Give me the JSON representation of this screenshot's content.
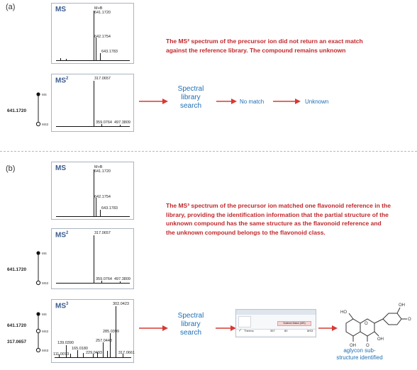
{
  "panels": [
    {
      "label": "(a)",
      "ms1": {
        "title": "MS",
        "adduct": "M+B",
        "peak_main": "641.1720",
        "peak_2": "642.1754",
        "peak_3": "643.1783"
      },
      "ms2": {
        "title": "MS",
        "superscript": "2",
        "peak_main": "317.0657",
        "peak_2": "359.0764",
        "peak_3": "497.3809"
      },
      "tree": {
        "precursor": "641.1720",
        "tag_top": "MS",
        "tag_bottom": "MS2"
      },
      "note": "The MS² spectrum of the precursor ion did not return an exact match against the reference library. The compound remains unknown",
      "flow": {
        "search": "Spectral library search",
        "result": "No match",
        "final": "Unknown"
      }
    },
    {
      "label": "(b)",
      "ms1": {
        "title": "MS",
        "adduct": "M+B",
        "peak_main": "641.1720",
        "peak_2": "642.1754",
        "peak_3": "643.1783"
      },
      "ms2": {
        "title": "MS",
        "superscript": "2",
        "peak_main": "317.0657",
        "peak_2": "359.0764",
        "peak_3": "497.3809"
      },
      "ms3": {
        "title": "MS",
        "superscript": "3",
        "peak_main": "302.0423",
        "peak_a": "285.0399",
        "peak_b": "257.0448",
        "peak_c": "139.0390",
        "peak_d": "165.0180",
        "peak_e": "229.0493",
        "peak_f": "111.0073",
        "peak_g": "317.0661"
      },
      "tree": {
        "precursor": "641.1720",
        "secondary": "317.0657",
        "tag_ms": "MS",
        "tag_ms2": "MS2",
        "tag_ms3": "MS3"
      },
      "note": "The MS³ spectrum of the precursor ion matched one flavonoid reference in the library, providing the identification information that the partial structure of the unknown compound has the same structure as the flavonoid reference and the unknown compound belongs to the flavonoid class.",
      "flow": {
        "search": "Spectral library search",
        "identified": "aglycon sub-structure identified"
      },
      "library_window": {
        "row_label": "Thermo",
        "match_cell": "Subtree Match (MS)",
        "score": "357",
        "col1": "80",
        "col2": "MS3"
      }
    }
  ],
  "colors": {
    "note_red": "#c0282c",
    "flow_blue": "#1f6fb4",
    "arrow_red": "#d63a34",
    "title_blue": "#3a5a8c"
  }
}
